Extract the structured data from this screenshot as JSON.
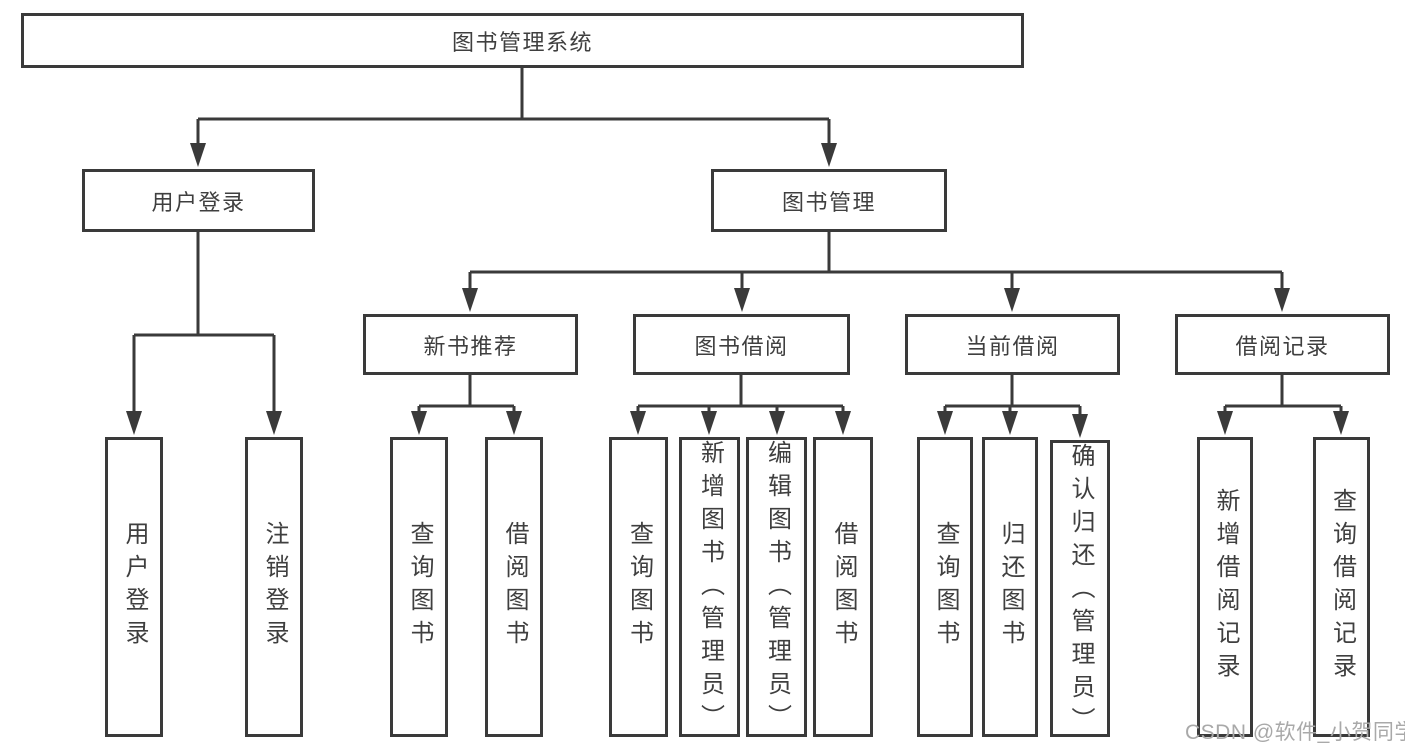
{
  "diagram": {
    "root": {
      "label": "图书管理系统"
    },
    "branches": [
      {
        "label": "用户登录",
        "children": [
          {
            "label": "用户登录"
          },
          {
            "label": "注销登录"
          }
        ]
      },
      {
        "label": "图书管理",
        "children": [
          {
            "label": "新书推荐",
            "children": [
              {
                "label": "查询图书"
              },
              {
                "label": "借阅图书"
              }
            ]
          },
          {
            "label": "图书借阅",
            "children": [
              {
                "label": "查询图书"
              },
              {
                "label": "新增图书（管理员）"
              },
              {
                "label": "编辑图书（管理员）"
              },
              {
                "label": "借阅图书"
              }
            ]
          },
          {
            "label": "当前借阅",
            "children": [
              {
                "label": "查询图书"
              },
              {
                "label": "归还图书"
              },
              {
                "label": "确认归还（管理员）"
              }
            ]
          },
          {
            "label": "借阅记录",
            "children": [
              {
                "label": "新增借阅记录"
              },
              {
                "label": "查询借阅记录"
              }
            ]
          }
        ]
      }
    ]
  },
  "watermark": {
    "text": "CSDN @软件_小贺同学"
  },
  "palette": {
    "line": "#3a3a3a",
    "text": "#3f3f3f",
    "background": "#ffffff",
    "watermark": "#a9a9a9"
  }
}
